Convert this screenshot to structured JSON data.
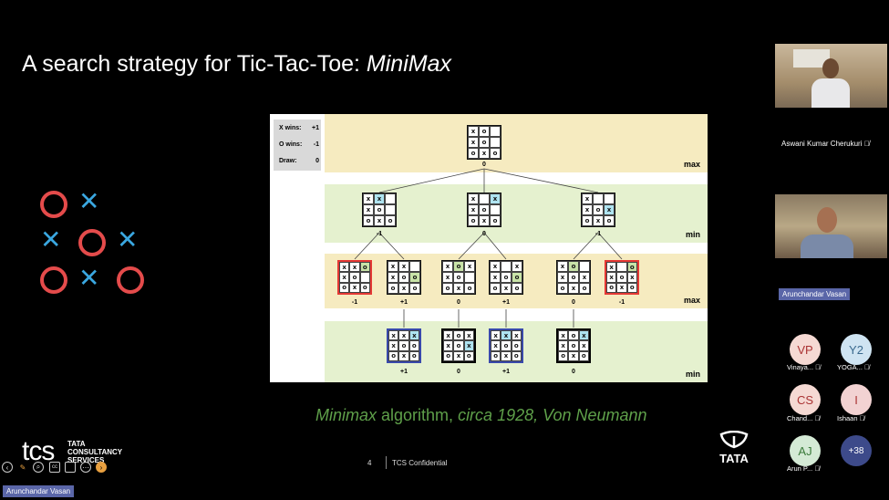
{
  "slide": {
    "title_prefix": "A search strategy for Tic-Tac-Toe: ",
    "title_em": "MiniMax",
    "caption_em1": "Minimax",
    "caption_mid": " algorithm, ",
    "caption_em2": "circa 1928, Von Neumann",
    "page_number": "4",
    "footer_text": "TCS Confidential",
    "logo_tcs": "tcs",
    "logo_tata_consultancy": "TATA\nCONSULTANCY\nSERVICES",
    "logo_tata": "TATA"
  },
  "figure": {
    "legend": [
      {
        "label": "X wins:",
        "value": "+1"
      },
      {
        "label": "O wins:",
        "value": "-1"
      },
      {
        "label": "Draw:",
        "value": "0"
      }
    ],
    "levels": [
      "max",
      "min",
      "max",
      "min"
    ],
    "root_score": "0",
    "level1_scores": [
      "-1",
      "0",
      "-1"
    ],
    "level2_scores": [
      "-1",
      "+1",
      "0",
      "+1",
      "0",
      "-1"
    ],
    "level3_scores": [
      "+1",
      "0",
      "+1",
      "0"
    ]
  },
  "participants": {
    "presenter_name": "Aswani Kumar Cherukuri",
    "speaker_name": "Arunchandar Vasan",
    "bottom_label": "Arunchandar Vasan",
    "attendees": [
      {
        "initials": "VP",
        "name": "Vinaya...",
        "bg": "#f5d9d3",
        "fg": "#a33"
      },
      {
        "initials": "Y2",
        "name": "YOGA...",
        "bg": "#cfe4f2",
        "fg": "#3a6a8e"
      },
      {
        "initials": "CS",
        "name": "Chand...",
        "bg": "#f5d9d3",
        "fg": "#a33"
      },
      {
        "initials": "I",
        "name": "Ishaan",
        "bg": "#f2d2d2",
        "fg": "#a33"
      },
      {
        "initials": "AJ",
        "name": "Arun P...",
        "bg": "#d4ead5",
        "fg": "#3a7a3a"
      }
    ],
    "more_count": "+38"
  },
  "colors": {
    "band_yellow": "#f6ebc0",
    "band_green": "#e5f1cf",
    "caption_green": "#5fa04a",
    "more_avatar": "#3d4a8a"
  }
}
